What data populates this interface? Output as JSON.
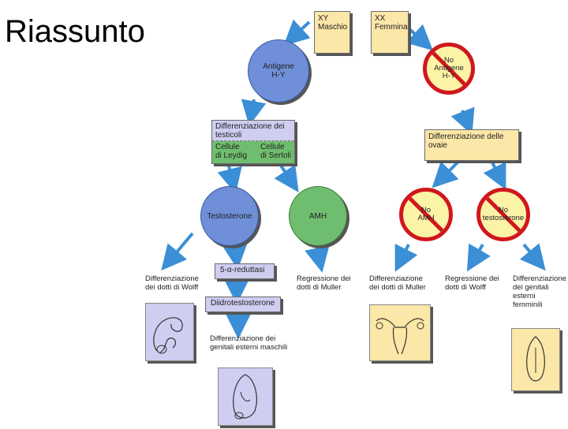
{
  "title": "Riassunto",
  "xy_box": {
    "line1": "XY",
    "line2": "Maschio"
  },
  "xx_box": {
    "line1": "XX",
    "line2": "Femmina"
  },
  "antigene": {
    "line1": "Antigene",
    "line2": "H-Y"
  },
  "no_antigene": {
    "line1": "No",
    "line2": "Antigene",
    "line3": "H-Y"
  },
  "diff_testicoli": "Differenziazione dei testicoli",
  "cellule_leydig": {
    "line1": "Cellule",
    "line2": "di Leydig"
  },
  "cellule_sertoli": {
    "line1": "Cellule",
    "line2": "di Sertoli"
  },
  "diff_ovaie": "Differenziazione delle ovaie",
  "testosterone": "Testosterone",
  "amh": "AMH",
  "no_amh": {
    "line1": "No",
    "line2": "AMH"
  },
  "no_testosterone": {
    "line1": "No",
    "line2": "testosterone"
  },
  "reduttasi": "5-α-reduttasi",
  "diidrotestosterone": "Diidrotestosterone",
  "diff_wolff_m": {
    "line1": "Differenziazione",
    "line2": "dei dotti di Wolff"
  },
  "regr_muller": {
    "line1": "Regressione dei",
    "line2": "dotti di Muller"
  },
  "diff_genitali_m": {
    "line1": "Differenziazione dei",
    "line2": "genitali esterni maschili"
  },
  "diff_muller_f": {
    "line1": "Differenziazione",
    "line2": "dei dotti di Muller"
  },
  "regr_wolff": {
    "line1": "Regressione dei",
    "line2": "dotti di Wolff"
  },
  "diff_genitali_f": {
    "line1": "Differenziazione",
    "line2": "dei genitali",
    "line3": "esterni",
    "line4": "femminili"
  },
  "colors": {
    "yellow": "#fbe7a7",
    "blue": "#6f8fd8",
    "green": "#6fbe6f",
    "lavender": "#cfcdf0",
    "red": "#d0171d",
    "arrow": "#3b8fd6"
  }
}
